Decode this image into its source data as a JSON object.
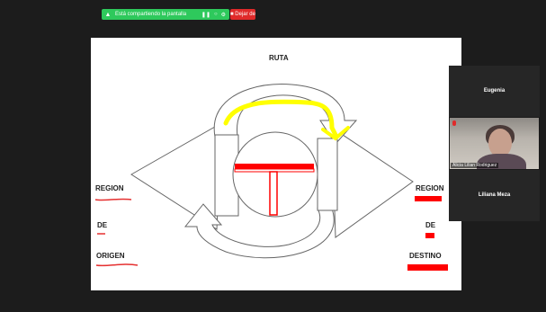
{
  "share_bar": {
    "status_text": "Está compartiendo la pantalla",
    "stop_label": "■ Dejar de",
    "bar_color": "#2ec95c",
    "stop_color": "#e02a2a",
    "icons": [
      "signal-icon",
      "pause-icon",
      "annotate-icon",
      "settings-icon"
    ]
  },
  "slide": {
    "title": "RUTA",
    "left_labels": [
      "REGION",
      "DE",
      "ORIGEN"
    ],
    "right_labels": [
      "REGION",
      "DE",
      "DESTINO"
    ],
    "annotation_colors": {
      "highlighter": "#ffff00",
      "pen": "#ff0000"
    }
  },
  "participants": [
    {
      "name": "Eugenia",
      "video": false
    },
    {
      "name": "Alicia Lilian Rodriguez",
      "video": true
    },
    {
      "name": "Liliana Meza",
      "video": false
    }
  ]
}
